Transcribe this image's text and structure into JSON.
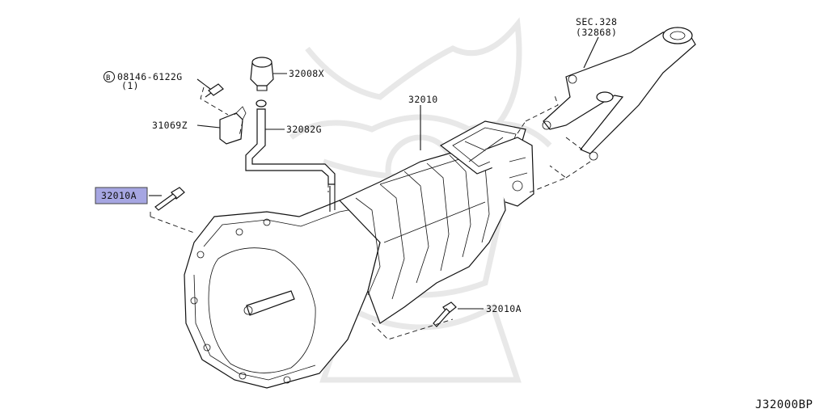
{
  "diagram_code": "J32000BP",
  "labels": {
    "sec_ref": "SEC.328",
    "sec_ref_sub": "(32868)",
    "bolt_ref": "08146-6122G",
    "bolt_qty": "(1)",
    "bolt_circle": "B",
    "p32008x": "32008X",
    "p31069z": "31069Z",
    "p32082g": "32082G",
    "p32010": "32010",
    "p32010a_highlight": "32010A",
    "p32010a_bottom": "32010A"
  },
  "colors": {
    "highlight": "#a6a6e2",
    "lines": "#111111",
    "watermark": "#e8e8e8"
  },
  "icons": {
    "watermark": "samurai-helmet-watermark"
  }
}
